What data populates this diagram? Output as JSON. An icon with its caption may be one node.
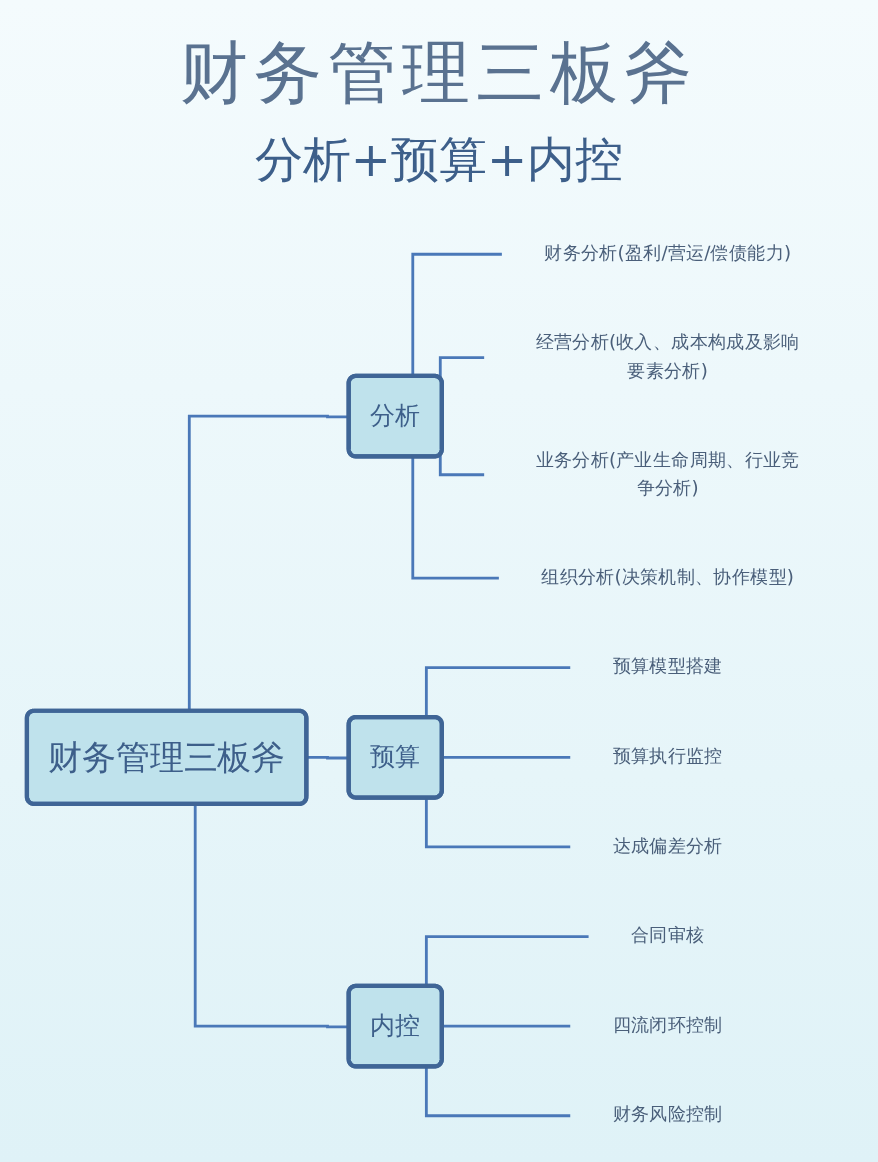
{
  "diagram": {
    "title": "财务管理三板斧",
    "nodes": [
      {
        "text": [
          "财务管理三板斧"
        ]
      },
      {
        "text": [
          "分析"
        ]
      },
      {
        "text": [
          "财务分析(盈利/营运/偿债能力)"
        ]
      },
      {
        "text": [
          "经营分析(收入、成本构成及影响要素分析)"
        ]
      },
      {
        "text": [
          "业务分析(产业生命周期、行业竞争分析)"
        ]
      },
      {
        "text": [
          "组织分析(决策机制、协作模型)"
        ]
      },
      {
        "text": [
          "预算"
        ]
      },
      {
        "text": [
          "预算模型搭建"
        ]
      },
      {
        "text": [
          "预算执行监控"
        ]
      },
      {
        "text": [
          "达成偏差分析"
        ]
      },
      {
        "text": [
          "内控"
        ]
      },
      {
        "text": [
          "合同审核"
        ]
      },
      {
        "text": [
          "四流闭环控制"
        ]
      },
      {
        "text": [
          "财务风险控制"
        ]
      }
    ],
    "edges": [
      {
        "from": 0,
        "to": 1,
        "arrow": "none"
      },
      {
        "from": 1,
        "to": 2,
        "arrow": "none"
      },
      {
        "from": 1,
        "to": 3,
        "arrow": "none"
      },
      {
        "from": 1,
        "to": 4,
        "arrow": "none"
      },
      {
        "from": 1,
        "to": 5,
        "arrow": "none"
      },
      {
        "from": 0,
        "to": 6,
        "arrow": "none"
      },
      {
        "from": 6,
        "to": 7,
        "arrow": "none"
      },
      {
        "from": 6,
        "to": 8,
        "arrow": "none"
      },
      {
        "from": 6,
        "to": 9,
        "arrow": "none"
      },
      {
        "from": 0,
        "to": 10,
        "arrow": "none"
      },
      {
        "from": 10,
        "to": 11,
        "arrow": "none"
      },
      {
        "from": 10,
        "to": 12,
        "arrow": "none"
      },
      {
        "from": 10,
        "to": 13,
        "arrow": "none"
      }
    ],
    "labels": [
      "分析+预算+内控"
    ]
  }
}
